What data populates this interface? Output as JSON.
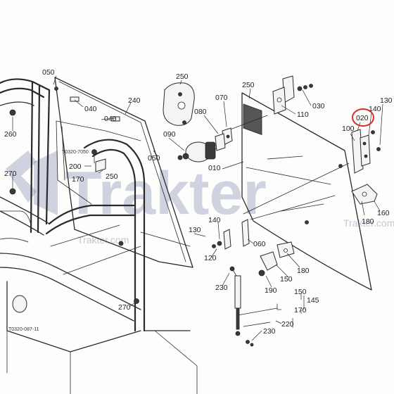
{
  "ref_codes": {
    "top": "T0320-7050",
    "bottom": "T0320-087-11"
  },
  "watermark": {
    "brand": "Trakter",
    "domain": "Trakter.com"
  },
  "highlight_color": "#d32f2f",
  "highlighted_part": "020",
  "part_labels": {
    "p050a": "050",
    "p040a": "040",
    "p040b": "040",
    "p240": "240",
    "p250a": "250",
    "p070": "070",
    "p080": "080",
    "p250b": "250",
    "p030": "030",
    "p110": "110",
    "p130a": "130",
    "p020": "020",
    "p140a": "140",
    "p100": "100",
    "p260": "260",
    "p090": "090",
    "p050b": "050",
    "p200": "200",
    "p250c": "250",
    "p170a": "170",
    "p270a": "270",
    "p010": "010",
    "p130b": "130",
    "p140b": "140",
    "p120": "120",
    "p060": "060",
    "p180a": "180",
    "p160": "160",
    "p180b": "180",
    "p190": "190",
    "p150a": "150",
    "p230a": "230",
    "p150b": "150",
    "p145": "145",
    "p170b": "170",
    "p270b": "270",
    "p220": "220",
    "p230b": "230"
  }
}
